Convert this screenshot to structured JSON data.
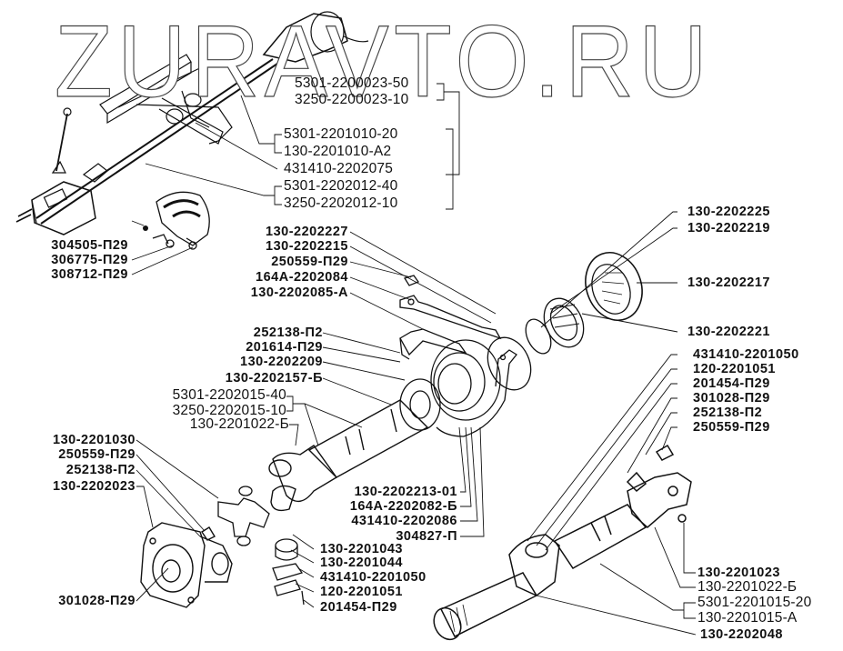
{
  "watermark": "ZURAVTO.RU",
  "labels": {
    "top_group_a": [
      "5301-2200023-50",
      "3250-2200023-10"
    ],
    "top_group_b": [
      "5301-2201010-20",
      "130-2201010-А2"
    ],
    "top_single": "431410-2202075",
    "top_group_c": [
      "5301-2202012-40",
      "3250-2202012-10"
    ],
    "pedal_bracket": [
      "304505-П29",
      "306775-П29",
      "308712-П29"
    ],
    "support_left": [
      "130-2202227",
      "130-2202215",
      "250559-П29",
      "164А-2202084",
      "130-2202085-А"
    ],
    "bearing_left": [
      "252138-П2",
      "201614-П29",
      "130-2202209",
      "130-2202157-Б"
    ],
    "shaft_group": [
      "5301-2202015-40",
      "3250-2202015-10"
    ],
    "shaft_fork": "130-2201022-Б",
    "flange_left": [
      "130-2201030",
      "250559-П29",
      "252138-П2",
      "130-2202023"
    ],
    "flange_bolt": "301028-П29",
    "support_bottom": [
      "130-2202213-01",
      "164А-2202082-Б",
      "431410-2202086",
      "304827-П"
    ],
    "cross_parts": [
      "130-2201043",
      "130-2201044",
      "431410-2201050",
      "120-2201051",
      "201454-П29"
    ],
    "right_top": [
      "130-2202225",
      "130-2202219"
    ],
    "right_nut": "130-2202217",
    "right_ring": "130-2202221",
    "right_joint": [
      "431410-2201050",
      "120-2201051",
      "201454-П29",
      "301028-П29",
      "252138-П2",
      "250559-П29"
    ],
    "right_bottom": [
      "130-2201023",
      "130-2201022-Б"
    ],
    "right_group": [
      "5301-2201015-20",
      "130-2201015-А"
    ],
    "right_last": "130-2202048"
  }
}
